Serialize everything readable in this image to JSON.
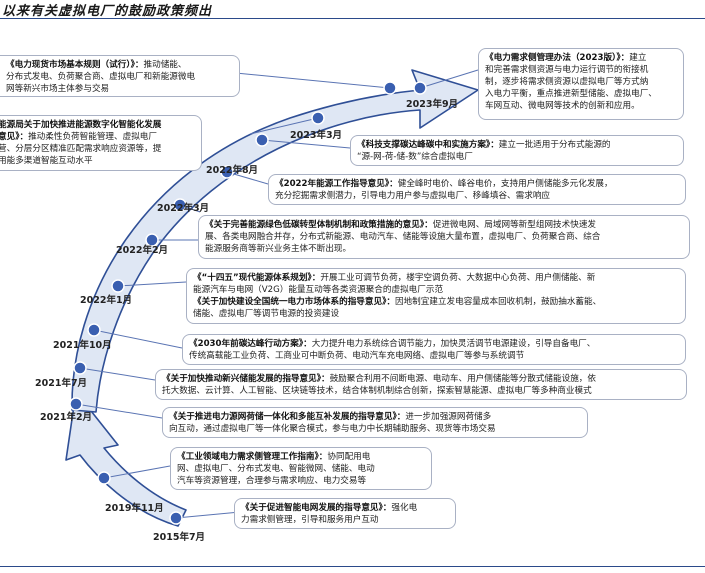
{
  "header": {
    "title": "以来有关虚拟电厂的鼓励政策频出"
  },
  "colors": {
    "arrow_fill": "#dfe7f4",
    "arrow_stroke": "#2f4f96",
    "dot": "#3a5fb0",
    "connector": "#5a74b3",
    "box_border": "#a9b1c4"
  },
  "dates": [
    "2015年7月",
    "2019年11月",
    "2021年2月",
    "2021年7月",
    "2021年10月",
    "2022年1月",
    "2022年2月",
    "2022年3月",
    "2022年8月",
    "2023年3月",
    "2023年9月"
  ],
  "policies": [
    {
      "title": "《电力需求侧管理办法（2023版）》：",
      "lines": [
        "建立",
        "和完善需求侧资源与电力运行调节的衔接机",
        "制，逐步将需求侧资源以虚拟电厂等方式纳",
        "入电力平衡，重点推进新型储能、虚拟电厂、",
        "车网互动、微电网等技术的创新和应用。"
      ]
    },
    {
      "title": "《电力现货市场基本规则（试行）》：",
      "lines": [
        "推动储能、",
        "分布式发电、负荷聚合商、虚拟电厂和新能源微电",
        "网等新兴市场主体参与交易"
      ]
    },
    {
      "title": "能源局关于加快推进能源数字化智能化发展",
      "lines": [
        "意见》：",
        "推动柔性负荷智能管理、虚拟电厂",
        "营、分层分区精准匹配需求响应资源等，提",
        "用能多渠道智能互动水平"
      ]
    },
    {
      "title": "《科技支撑碳达峰碳中和实施方案》：",
      "lines": [
        "建立一批适用于分布式能源的",
        "“源-网-荷-储-数”综合虚拟电厂"
      ]
    },
    {
      "title": "《2022年能源工作指导意见》：",
      "lines": [
        "健全峰时电价、峰谷电价，支持用户侧储能多元化发展，",
        "充分挖掘需求侧潜力，引导电力用户参与虚拟电厂、移峰填谷、需求响应"
      ]
    },
    {
      "title": "《关于完善能源绿色低碳转型体制机制和政策措施的意见》：",
      "lines": [
        "促进微电网、局域网等新型组网技术快速发",
        "展、各类电网融合并存，分布式新能源、电动汽车、储能等设施大量布置，虚拟电厂、负荷聚合商、综合",
        "能源服务商等新兴业务主体不断出现。"
      ]
    },
    {
      "title": "《“十四五”现代能源体系规划》：",
      "lines": [
        "开展工业可调节负荷，楼宇空调负荷、大数据中心负荷、用户侧储能、新",
        "能源汽车与电网（V2G）能量互动等各类资源聚合的虚拟电厂示范"
      ]
    },
    {
      "title": "《关于加快建设全国统一电力市场体系的指导意见》：",
      "lines": [
        "因地制宜建立发电容量成本回收机制，鼓励抽水蓄能、",
        "储能、虚拟电厂等调节电源的投资建设"
      ]
    },
    {
      "title": "《2030年前碳达峰行动方案》：",
      "lines": [
        "大力提升电力系统综合调节能力，加快灵活调节电源建设，引导自备电厂、",
        "传统高载能工业负荷、工商业可中断负荷、电动汽车充电网络、虚拟电厂等参与系统调节"
      ]
    },
    {
      "title": "《关于加快推动新兴储能发展的指导意见》：",
      "lines": [
        "鼓励聚合利用不间断电源、电动车、用户侧储能等分散式储能设施，依",
        "托大数据、云计算、人工智能、区块链等技术，结合体制机制综合创新，探索智慧能源、虚拟电厂等多种商业模式"
      ]
    },
    {
      "title": "《关于推进电力源网荷储一体化和多能互补发展的指导意见》：",
      "lines": [
        "进一步加强源网荷储多",
        "向互动，通过虚拟电厂等一体化聚合模式，参与电力中长期辅助服务、现货等市场交易"
      ]
    },
    {
      "title": "《工业领域电力需求侧管理工作指南》：",
      "lines": [
        "协同配用电",
        "网、虚拟电厂、分布式发电、智能微网、储能、电动",
        "汽车等资源管理，合理参与需求响应、电力交易等"
      ]
    },
    {
      "title": "《关于促进智能电网发展的指导意见》：",
      "lines": [
        "强化电",
        "力需求侧管理，引导和服务用户互动"
      ]
    }
  ]
}
